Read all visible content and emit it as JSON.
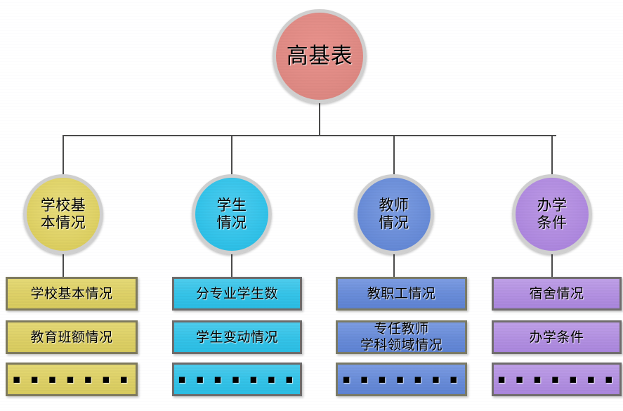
{
  "diagram": {
    "title": "高基表",
    "root": {
      "label": "高基表",
      "color": "#e08b85"
    },
    "branches": [
      {
        "label": "学校基\n本情况",
        "color": "#e0d368",
        "leaves": [
          {
            "label": "学校基本情况"
          },
          {
            "label": "教育班额情况"
          },
          {
            "label": "▪ ▪ ▪ ▪ ▪ ▪ ▪"
          }
        ]
      },
      {
        "label": "学生\n情况",
        "color": "#35c4ea",
        "leaves": [
          {
            "label": "分专业学生数"
          },
          {
            "label": "学生变动情况"
          },
          {
            "label": "▪ ▪ ▪ ▪ ▪ ▪ ▪"
          }
        ]
      },
      {
        "label": "教师\n情况",
        "color": "#6b8ed9",
        "leaves": [
          {
            "label": "教职工情况"
          },
          {
            "label": "专任教师\n学科领域情况"
          },
          {
            "label": "▪ ▪ ▪ ▪ ▪ ▪ ▪"
          }
        ]
      },
      {
        "label": "办学\n条件",
        "color": "#b18ce0",
        "leaves": [
          {
            "label": "宿舍情况"
          },
          {
            "label": "办学条件"
          },
          {
            "label": "▪ ▪ ▪ ▪ ▪ ▪ ▪"
          }
        ]
      }
    ]
  }
}
